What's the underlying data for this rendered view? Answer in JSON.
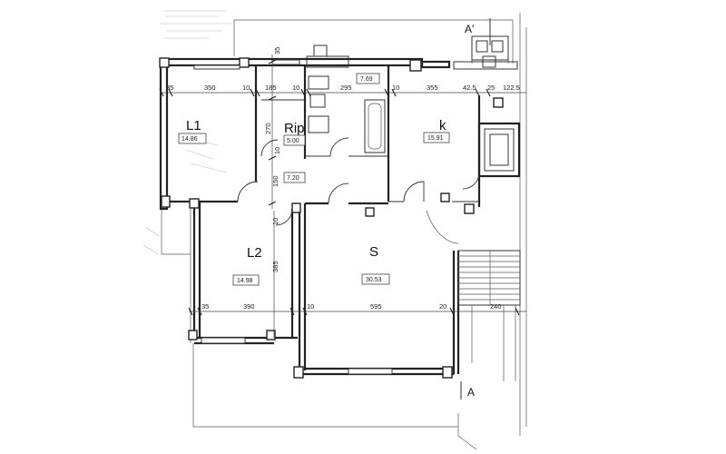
{
  "rooms": {
    "l1": {
      "label": "L1",
      "area": "14.86"
    },
    "rip": {
      "label": "Rip",
      "area": "5.00"
    },
    "bath": {
      "label": "",
      "area": "7.69"
    },
    "k": {
      "label": "k",
      "area": "15.91"
    },
    "hall": {
      "label": "",
      "area": "7.20"
    },
    "l2": {
      "label": "L2",
      "area": "14.98"
    },
    "s": {
      "label": "S",
      "area": "30.53"
    }
  },
  "section_marks": {
    "top": "A'",
    "bottom": "A"
  },
  "dimensions": {
    "top": [
      "35",
      "350",
      "10",
      "185",
      "10",
      "295",
      "10",
      "355",
      "42.5",
      "25",
      "122.5"
    ],
    "top_thickness": "35",
    "vertical_left": [
      "270",
      "10",
      "150",
      "10",
      "385"
    ],
    "bottom": [
      "35",
      "390",
      "10",
      "595",
      "20",
      "240"
    ]
  }
}
